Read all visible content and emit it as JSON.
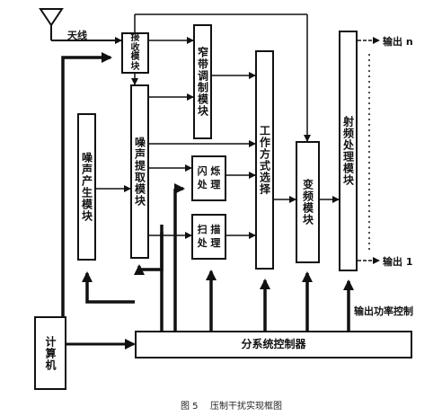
{
  "diagram": {
    "caption_number": "图 5",
    "caption_title": "压制干扰实现框图",
    "labels": {
      "antenna": "天线",
      "output_n": "输出 n",
      "output_1": "输出 1",
      "power_control": "输出功率控制"
    },
    "blocks": {
      "receiver": "接\n收\n模\n块",
      "narrowband": "窄带调制模块",
      "noise_gen": "噪声产生模块",
      "noise_extract": "噪声提取模块",
      "flicker": "闪 烁\n处 理",
      "scan": "扫 描\n处 理",
      "work_mode": "工作方式选择",
      "freq_conv": "变频模块",
      "rf_proc": "射频处理模块",
      "computer": "计算机",
      "controller": "分系统控制器"
    }
  }
}
